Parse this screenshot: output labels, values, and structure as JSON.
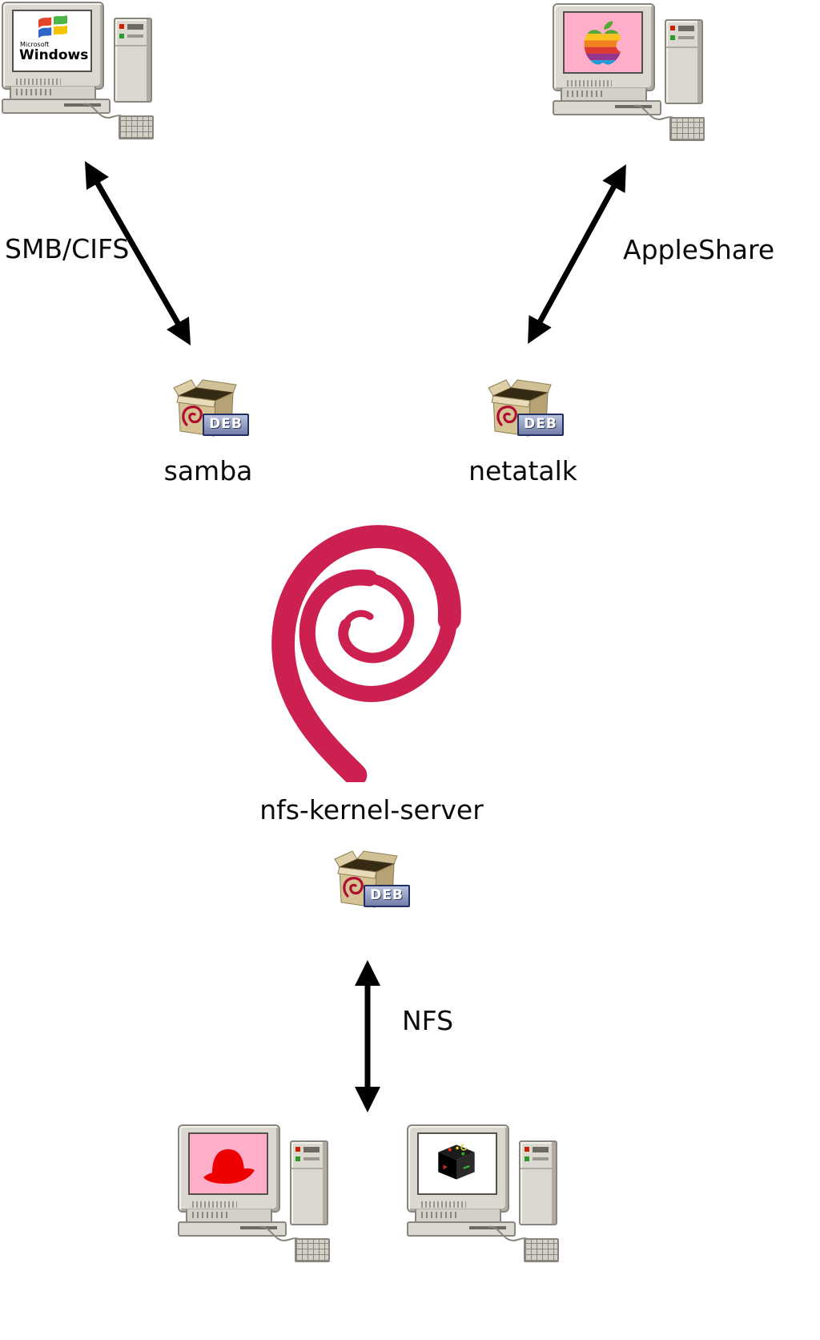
{
  "connections": {
    "smb": {
      "label": "SMB/CIFS"
    },
    "appleshare": {
      "label": "AppleShare"
    },
    "nfs": {
      "label": "NFS"
    }
  },
  "clients": {
    "windows": {
      "screen_brand_small": "Microsoft",
      "screen_brand_large": "Windows"
    },
    "mac": {},
    "redhat": {},
    "unix": {}
  },
  "packages": {
    "samba": {
      "label": "samba",
      "badge": "DEB"
    },
    "netatalk": {
      "label": "netatalk",
      "badge": "DEB"
    },
    "nfs_kernel_server": {
      "label": "nfs-kernel-server",
      "badge": "DEB"
    }
  },
  "colors": {
    "background": "#ffffff",
    "arrow": "#000000",
    "debian_swirl": "#cb2050",
    "screen_pink": "#ffaec9",
    "package_tan": "#d5c396",
    "badge_blue": "#8f9ac0",
    "text": "#000000"
  },
  "icons": {
    "windows-logo-icon": "four wavy color panes (red, green, blue, yellow)",
    "apple-logo-icon": "rainbow striped apple with leaf and bite",
    "debian-swirl-icon": "pink spiral",
    "deb-package-icon": "open tan cardboard box with red swirl",
    "redhat-logo-icon": "red hat silhouette",
    "unix-cube-icon": "black cube with colored dots",
    "computer-icon": "CRT monitor with tower and keyboard",
    "double-arrow-icon": "black line with arrowheads on both ends"
  }
}
